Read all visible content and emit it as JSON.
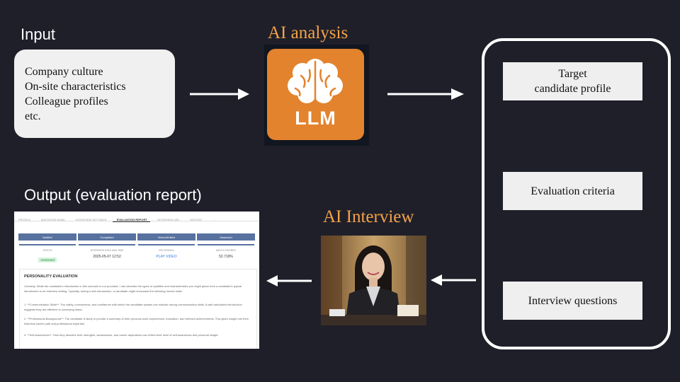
{
  "input": {
    "heading": "Input",
    "items": [
      "Company culture",
      "On-site characteristics",
      "Colleague profiles",
      "etc."
    ]
  },
  "analysis": {
    "heading": "AI analysis",
    "icon_label": "LLM",
    "icon": "brain-icon"
  },
  "outputs": {
    "cards": [
      "Target\ncandidate profile",
      "Evaluation criteria",
      "Interview questions"
    ]
  },
  "interview": {
    "heading": "AI Interview",
    "image": "interviewer-photo"
  },
  "report": {
    "heading": "Output (evaluation report)",
    "tabs": [
      "PROFILE",
      "INVITATION EMAIL",
      "INTERVIEW SETTINGS",
      "EVALUATION REPORT",
      "INTERVIEW URL",
      "HISTORY",
      "..."
    ],
    "active_tab": "EVALUATION REPORT",
    "steps": [
      "Notified",
      "Completed",
      "Video&Edited",
      "Assessed"
    ],
    "cells": [
      {
        "label": "STATUS",
        "value": "Assessed"
      },
      {
        "label": "INTERVIEW DATE AND TIME",
        "value": "2025-05-07 12:52"
      },
      {
        "label": "RECORDING",
        "value": "PLAY VIDEO"
      },
      {
        "label": "MATCH DEGREE",
        "value": "52.719%"
      }
    ],
    "section_title": "PERSONALITY EVALUATION",
    "paragraphs": [
      "Certainly. While the candidate's introduction in this scenario is not provided, I can describe the types of qualities and characteristics you might glean from a candidate's typical introduction in an interview setting. Typically, during a self-introduction, a candidate might showcase the following human traits:",
      "1. **Communication Skills**: The clarity, conciseness, and confidence with which the candidate speaks can indicate strong communication skills. A well-articulated introduction suggests they are effective in conveying ideas.",
      "2. **Professional Background**: The candidate is likely to provide a summary of their previous work experiences, education, and relevant achievements. This gives insight into their historical career path and professional expertise.",
      "3. **Self-Awareness**: How they describe their strengths, weaknesses, and career aspirations can reflect their level of self-awareness and personal insight."
    ]
  },
  "colors": {
    "background": "#1f1f2a",
    "accent": "#f4a347",
    "llm_tile": "#e3832d",
    "report_step": "#5872a0"
  }
}
